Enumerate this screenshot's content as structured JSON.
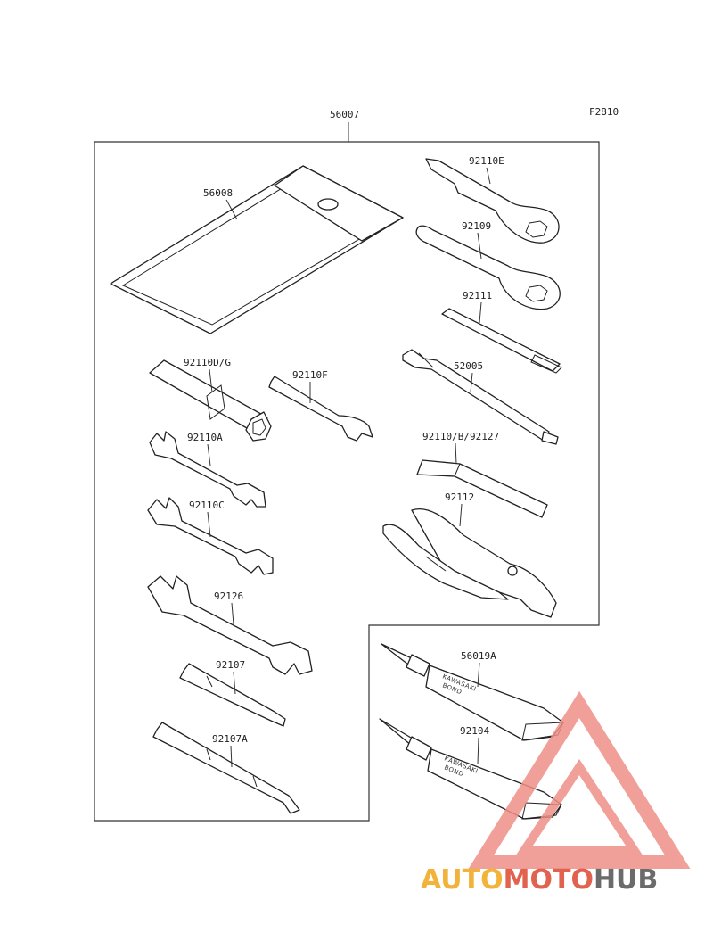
{
  "figure_code": "F2810",
  "assembly_label": "56007",
  "parts": {
    "case": "56008",
    "ring_wrench_e": "92110E",
    "ring_wrench": "92109",
    "bar": "92111",
    "spoke_wrench": "52005",
    "plug_wrench": "92110D/G",
    "small_wrench": "92110F",
    "wrench_a": "92110A",
    "wrench_c": "92110C",
    "hex_key": "92110/B/92127",
    "wrench_large": "92126",
    "pliers": "92112",
    "driver": "92107",
    "driver_a": "92107A",
    "bond_a": "56019A",
    "bond_b": "92104"
  },
  "tube_print": {
    "brand": "KAWASAKI",
    "product": "BOND"
  },
  "watermark": {
    "part1": "AUTO",
    "part2": "MOTO",
    "part3": "HUB",
    "colors": [
      "#f2b33b",
      "#e0624f",
      "#6b6b6b"
    ]
  }
}
